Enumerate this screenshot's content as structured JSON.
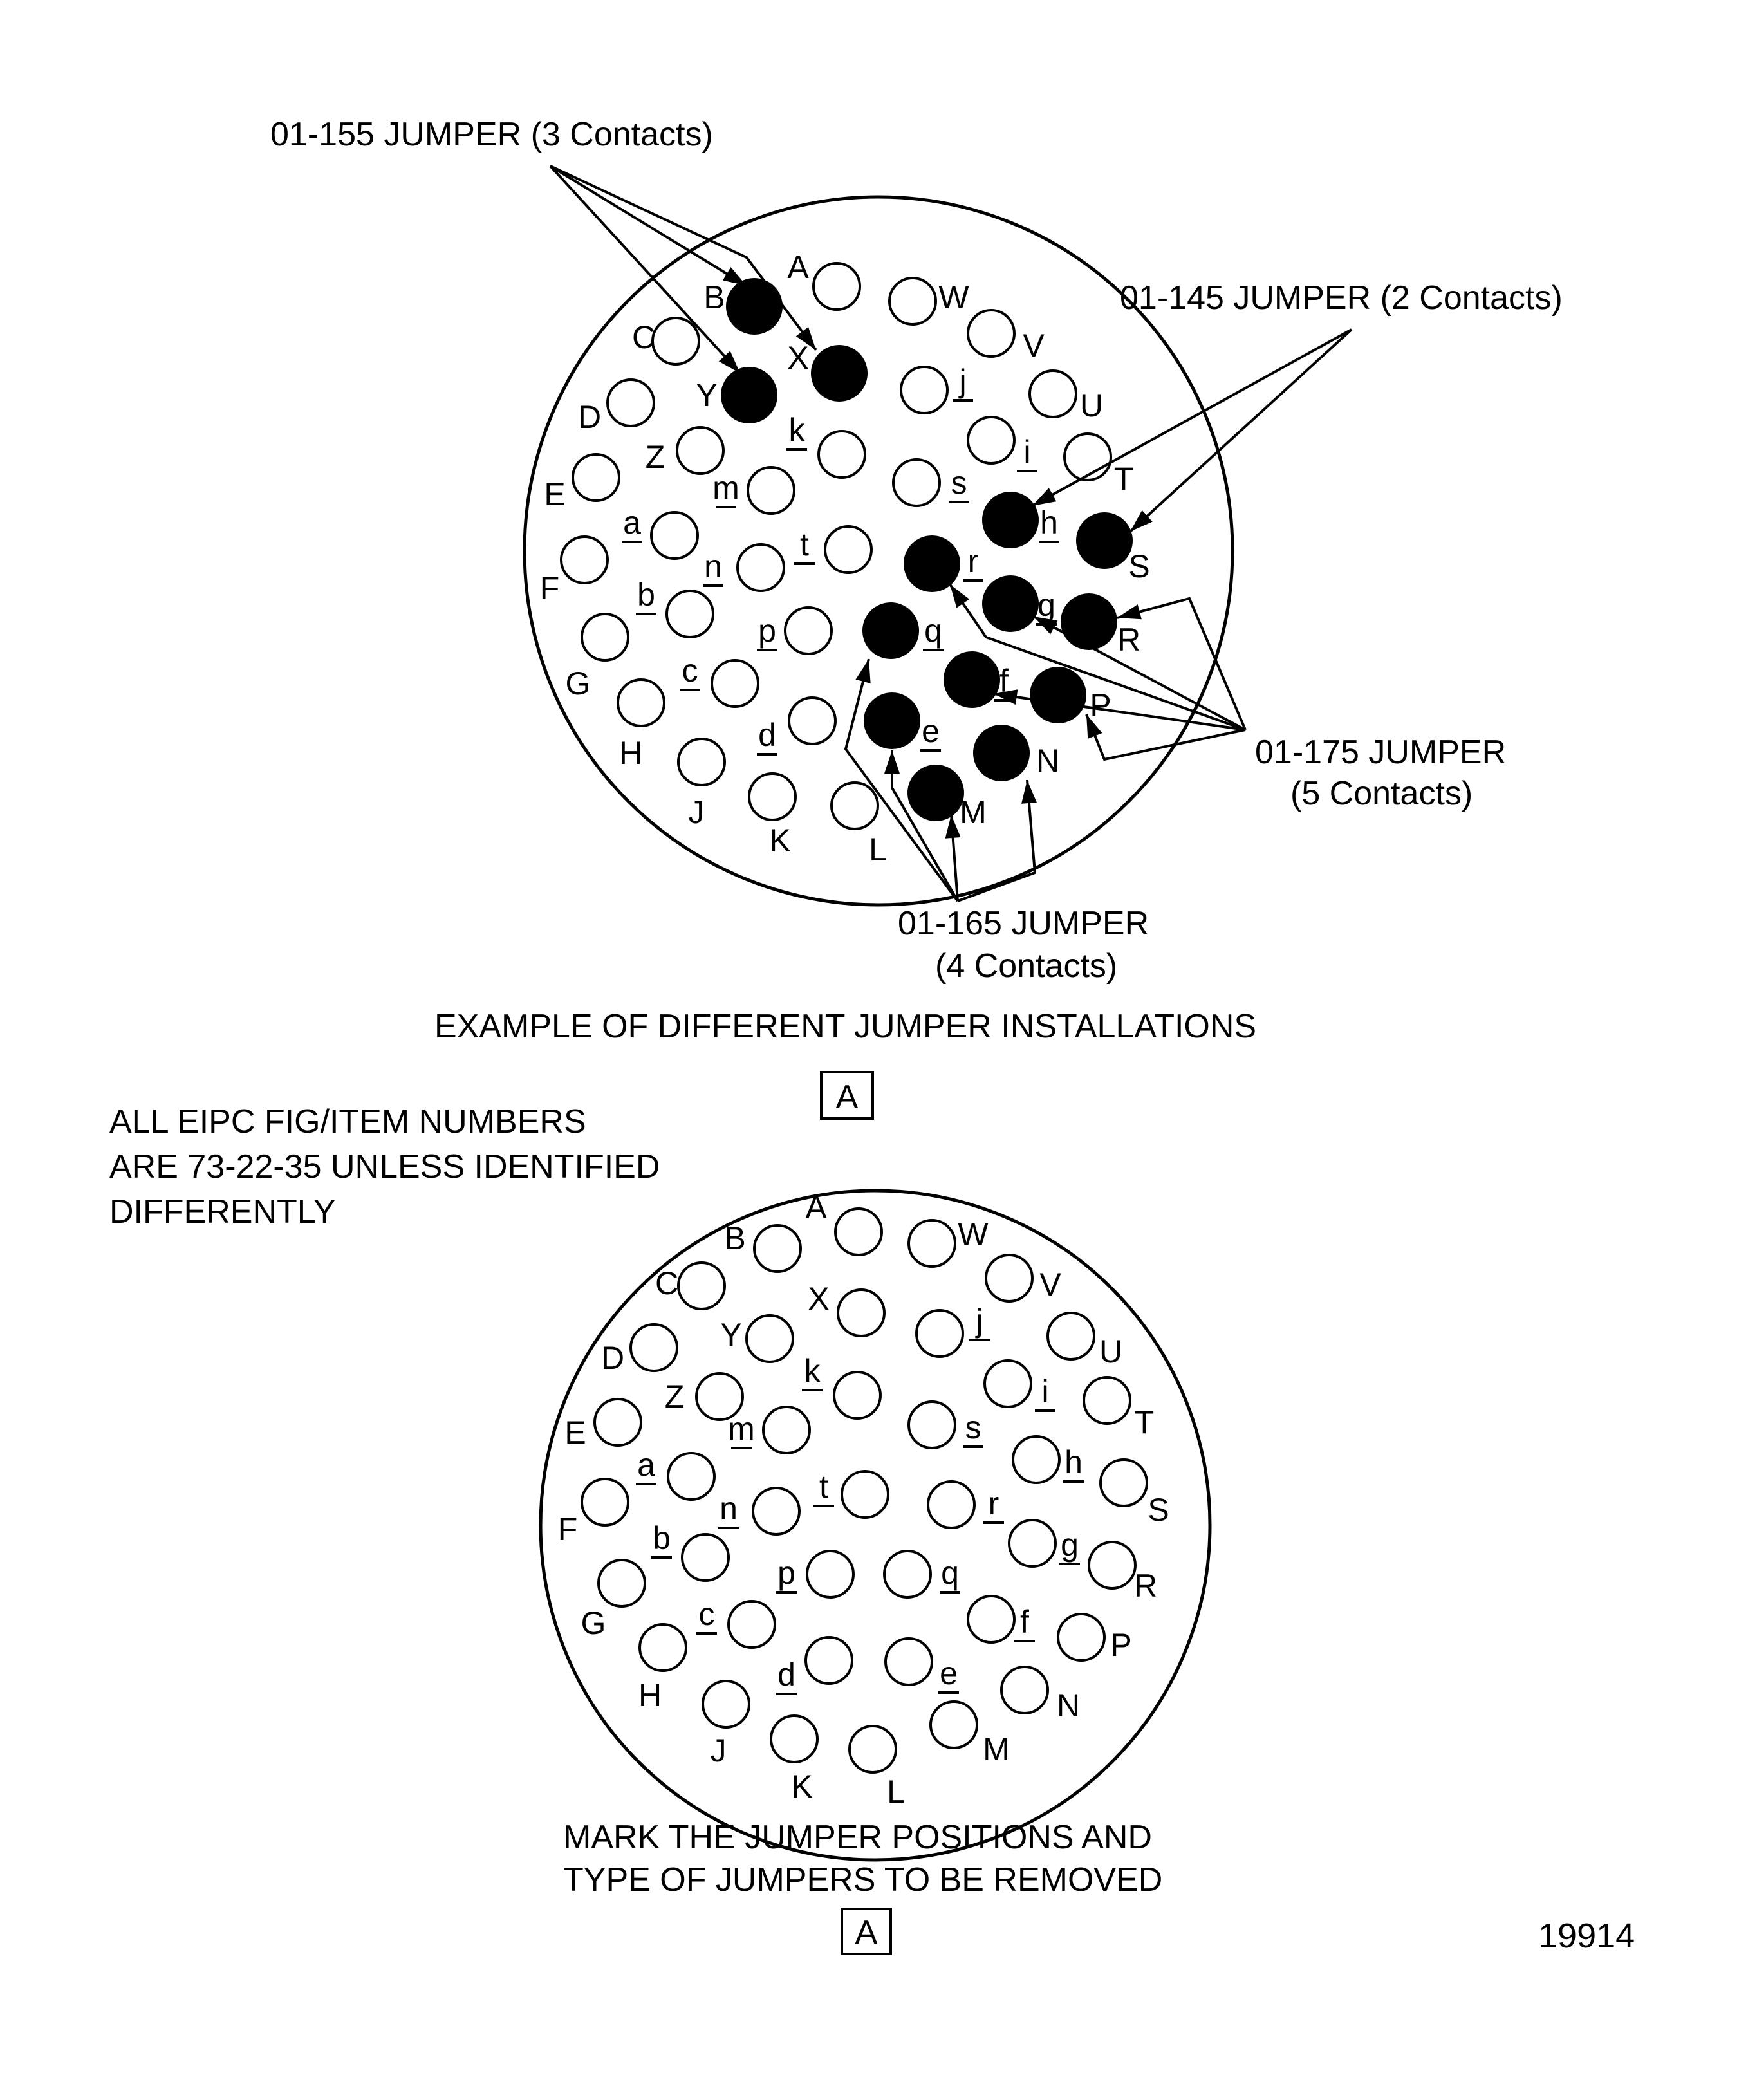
{
  "callouts": {
    "j155": "01-155 JUMPER (3 Contacts)",
    "j145": "01-145 JUMPER (2 Contacts)",
    "j175_line1": "01-175 JUMPER",
    "j175_line2": "(5 Contacts)",
    "j165_line1": "01-165 JUMPER",
    "j165_line2": "(4 Contacts)"
  },
  "captions": {
    "top": "EXAMPLE OF DIFFERENT  JUMPER INSTALLATIONS",
    "top_view": "A",
    "note_line1": "ALL EIPC FIG/ITEM NUMBERS",
    "note_line2": "ARE 73-22-35 UNLESS IDENTIFIED",
    "note_line3": "DIFFERENTLY",
    "bottom_line1": "MARK THE JUMPER POSITIONS AND",
    "bottom_line2": "TYPE OF JUMPERS TO BE REMOVED",
    "bottom_view": "A",
    "drawing_number": "19914"
  },
  "pins": [
    "A",
    "B",
    "C",
    "D",
    "E",
    "F",
    "G",
    "H",
    "J",
    "K",
    "L",
    "M",
    "N",
    "P",
    "R",
    "S",
    "T",
    "U",
    "V",
    "W",
    "X",
    "Y",
    "Z",
    "a",
    "b",
    "c",
    "d",
    "e",
    "f",
    "g",
    "h",
    "i",
    "j",
    "k",
    "m",
    "n",
    "p",
    "q",
    "r",
    "s",
    "t"
  ],
  "underlined_pins": [
    "a",
    "b",
    "c",
    "d",
    "e",
    "f",
    "g",
    "h",
    "i",
    "j",
    "k",
    "m",
    "n",
    "p",
    "q",
    "r",
    "s",
    "t"
  ],
  "jumpered_pins": {
    "01-155": [
      "B",
      "X",
      "Y"
    ],
    "01-145": [
      "h",
      "S"
    ],
    "01-175": [
      "r",
      "g",
      "R",
      "f",
      "P"
    ],
    "01-165": [
      "q",
      "e",
      "M",
      "N"
    ]
  }
}
